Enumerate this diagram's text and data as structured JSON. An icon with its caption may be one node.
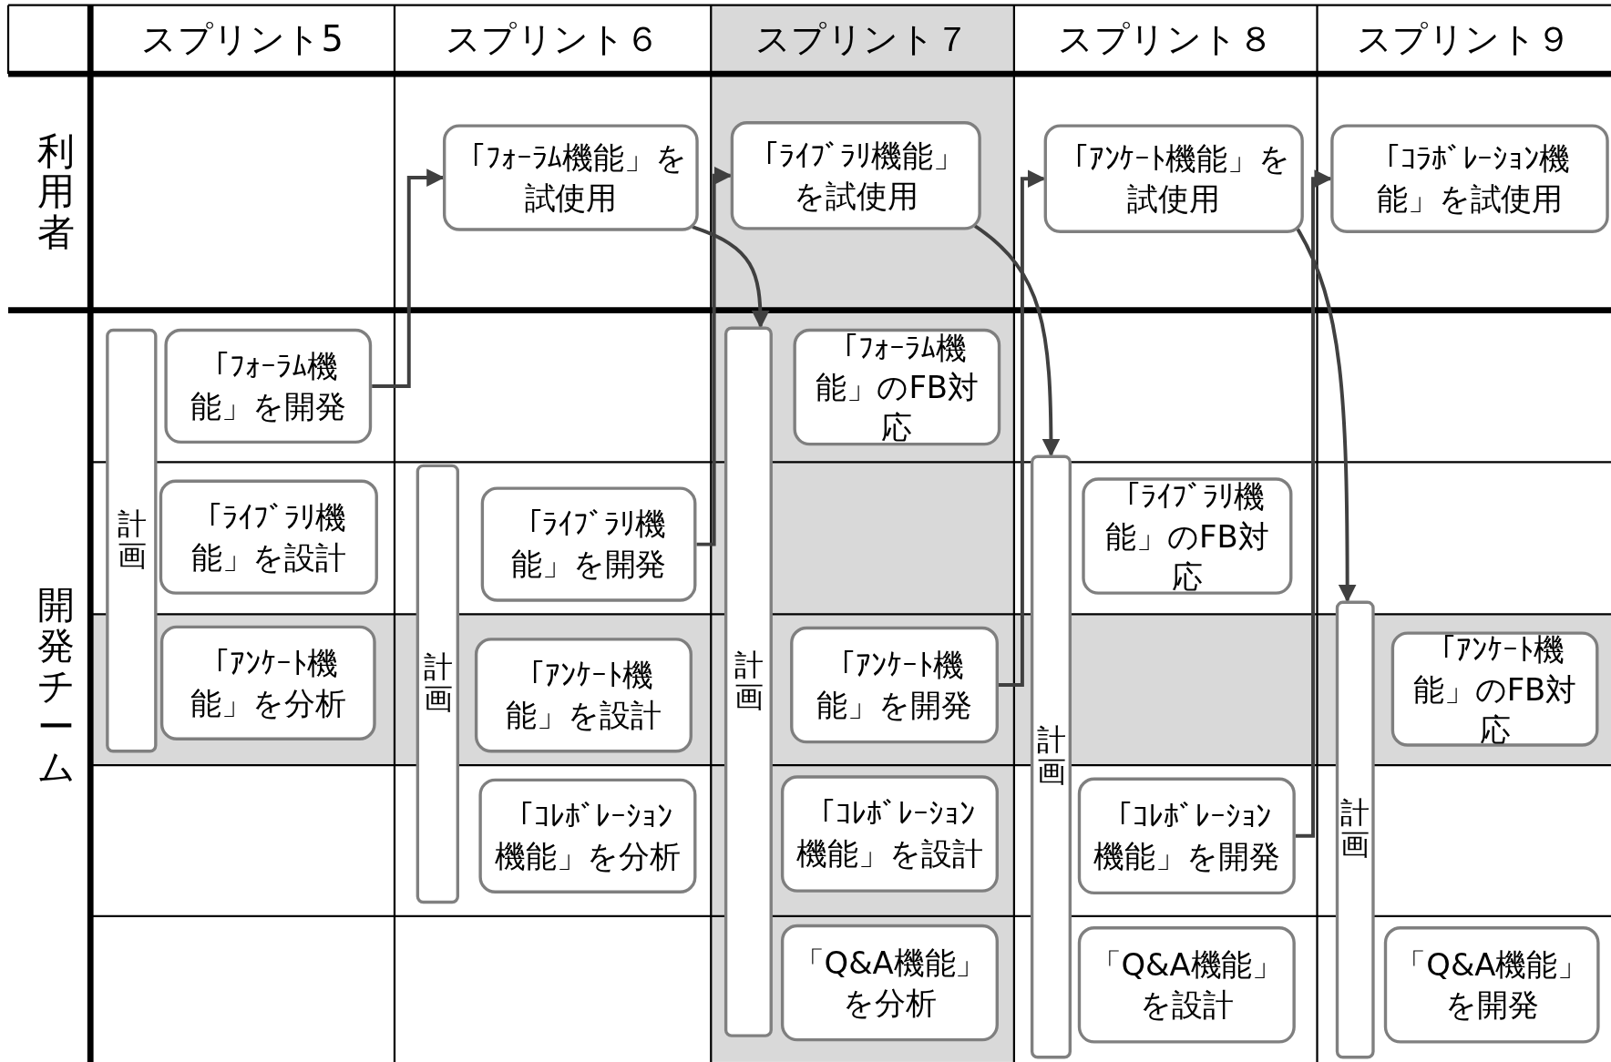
{
  "diagram": {
    "nodes": [
      {
        "text": [
          "「ﾌｫｰﾗﾑ機能」を試使用"
        ]
      },
      {
        "text": [
          "「ﾗｲﾌﾞﾗﾘ機能」を試使用"
        ]
      },
      {
        "text": [
          "「ｱﾝｹｰﾄ機能」を試使用"
        ]
      },
      {
        "text": [
          "「ｺﾗﾎﾞﾚｰｼｮﾝ機能」を試使用"
        ]
      },
      {
        "text": [
          "計画"
        ]
      },
      {
        "text": [
          "「ﾌｫｰﾗﾑ機能」を開発"
        ]
      },
      {
        "text": [
          "「ﾗｲﾌﾞﾗﾘ機能」を設計"
        ]
      },
      {
        "text": [
          "「ｱﾝｹｰﾄ機能」を分析"
        ]
      },
      {
        "text": [
          "計画"
        ]
      },
      {
        "text": [
          "「ﾗｲﾌﾞﾗﾘ機能」を開発"
        ]
      },
      {
        "text": [
          "「ｱﾝｹｰﾄ機能」を設計"
        ]
      },
      {
        "text": [
          "「ｺﾚﾎﾞﾚｰｼｮﾝ機能」を分析"
        ]
      },
      {
        "text": [
          "計画"
        ]
      },
      {
        "text": [
          "「ﾌｫｰﾗﾑ機能」のFB対応"
        ]
      },
      {
        "text": [
          "「ｱﾝｹｰﾄ機能」を開発"
        ]
      },
      {
        "text": [
          "「ｺﾚﾎﾞﾚｰｼｮﾝ機能」を設計"
        ]
      },
      {
        "text": [
          "「Q&A機能」を分析"
        ]
      },
      {
        "text": [
          "計画"
        ]
      },
      {
        "text": [
          "「ﾗｲﾌﾞﾗﾘ機能」のFB対応"
        ]
      },
      {
        "text": [
          "「ｺﾚﾎﾞﾚｰｼｮﾝ機能」を開発"
        ]
      },
      {
        "text": [
          "「Q&A機能」を設計"
        ]
      },
      {
        "text": [
          "計画"
        ]
      },
      {
        "text": [
          "「ｱﾝｹｰﾄ機能」のFB対応"
        ]
      },
      {
        "text": [
          "「Q&A機能」を開発"
        ]
      }
    ],
    "edges": [
      {
        "from": 5,
        "to": 0,
        "arrow": "to"
      },
      {
        "from": 9,
        "to": 1,
        "arrow": "to"
      },
      {
        "from": 14,
        "to": 2,
        "arrow": "to"
      },
      {
        "from": 19,
        "to": 3,
        "arrow": "to"
      },
      {
        "from": 0,
        "to": 12,
        "arrow": "to"
      },
      {
        "from": 1,
        "to": 17,
        "arrow": "to"
      },
      {
        "from": 2,
        "to": 21,
        "arrow": "to"
      }
    ],
    "labels": [
      "スプリント5",
      "スプリント６",
      "スプリント７",
      "スプリント８",
      "スプリント９",
      "利用者",
      "開発チーム"
    ]
  }
}
